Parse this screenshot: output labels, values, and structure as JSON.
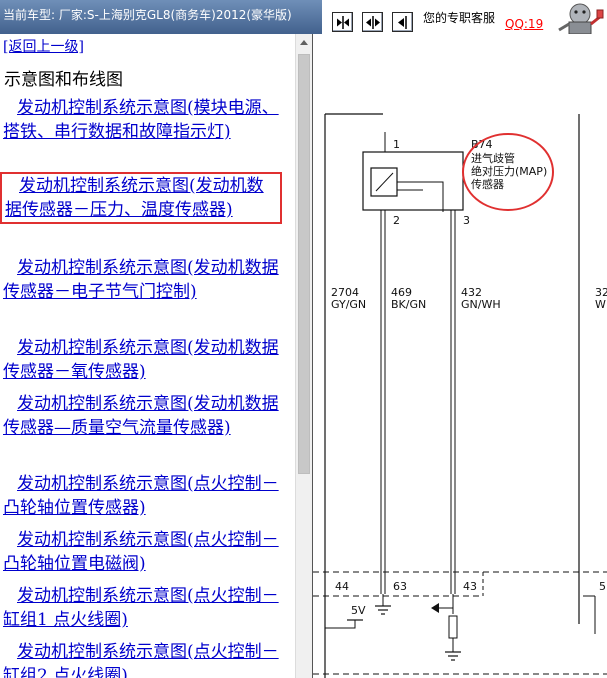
{
  "topbar": {
    "vehicle_info": "当前车型: 厂家:S-上海别克GL8(商务车)2012(豪华版)",
    "customer_service": "您的专职客服",
    "qq": "QQ:19"
  },
  "left_panel": {
    "back_link": "[返回上一级]",
    "section_title": "示意图和布线图",
    "links": [
      "发动机控制系统示意图(模块电源、搭铁、串行数据和故障指示灯)",
      "发动机控制系统示意图(发动机数据传感器－压力、温度传感器)",
      "发动机控制系统示意图(发动机数据传感器－电子节气门控制)",
      "发动机控制系统示意图(发动机数据传感器－氧传感器)",
      "发动机控制系统示意图(发动机数据传感器—质量空气流量传感器)",
      "发动机控制系统示意图(点火控制－凸轮轴位置传感器)",
      "发动机控制系统示意图(点火控制－凸轮轴位置电磁阀)",
      "发动机控制系统示意图(点火控制－缸组1 点火线圈)",
      "发动机控制系统示意图(点火控制－缸组2 点火线圈)"
    ],
    "selected_index": 1
  },
  "diagram": {
    "component_id": "B74",
    "component_name_1": "进气歧管",
    "component_name_2": "绝对压力(MAP)",
    "component_name_3": "传感器",
    "pin_1": "1",
    "pin_2": "2",
    "pin_3": "3",
    "wires": [
      {
        "circuit": "2704",
        "color": "GY/GN"
      },
      {
        "circuit": "469",
        "color": "BK/GN"
      },
      {
        "circuit": "432",
        "color": "GN/WH"
      },
      {
        "circuit": "32",
        "color": "W"
      }
    ],
    "ecm_pins": [
      "44",
      "63",
      "43",
      "5"
    ],
    "voltage_label": "5V",
    "highlight_color": "#e03030"
  }
}
